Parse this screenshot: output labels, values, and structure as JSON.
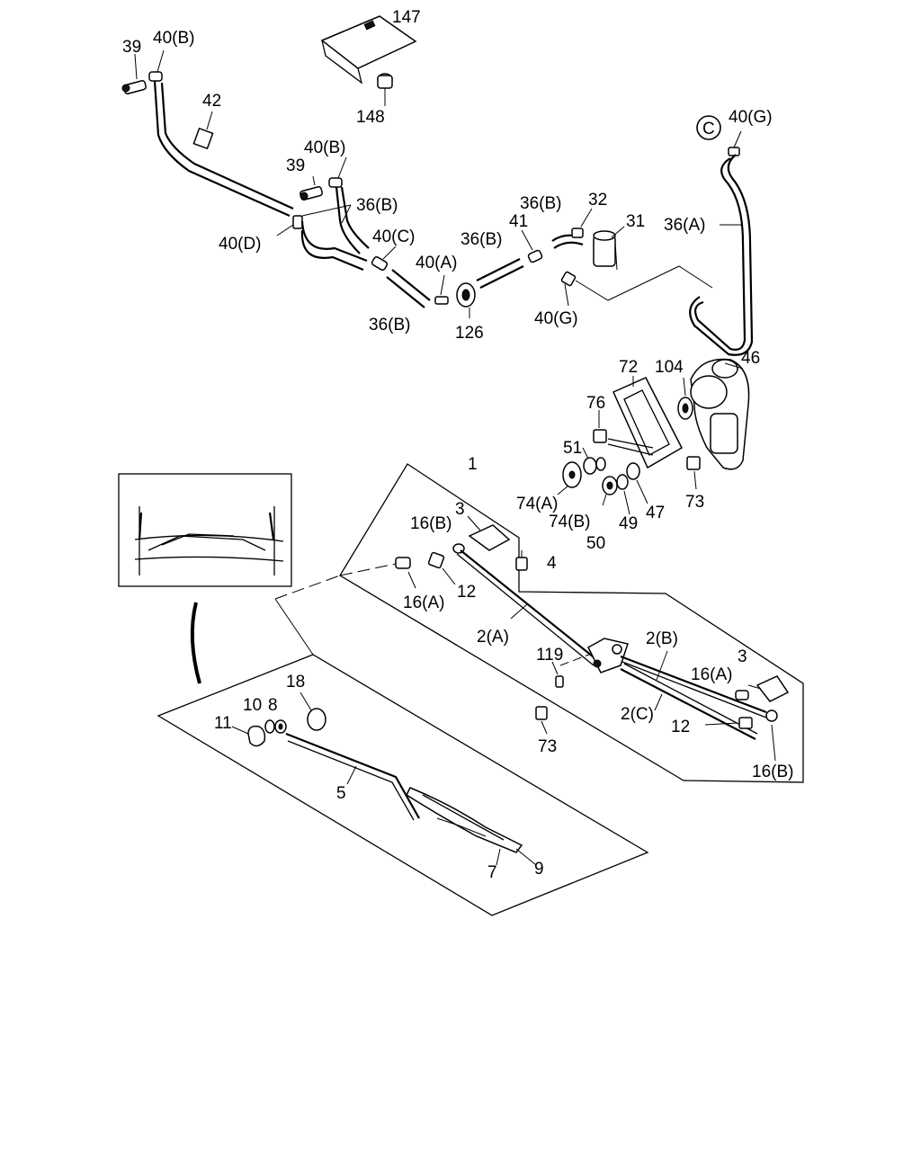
{
  "diagram": {
    "callout_marker": "C",
    "labels": {
      "l147": "147",
      "l148": "148",
      "l39a": "39",
      "l40b_a": "40(B)",
      "l42": "42",
      "l40b_b": "40(B)",
      "l39b": "39",
      "l36b_a": "36(B)",
      "l40d": "40(D)",
      "l40c": "40(C)",
      "l36b_b": "36(B)",
      "l40a": "40(A)",
      "l36b_c": "36(B)",
      "l126": "126",
      "l36b_d": "36(B)",
      "l41": "41",
      "l32": "32",
      "l31": "31",
      "l40g_a": "40(G)",
      "l40g_b": "40(G)",
      "l36a": "36(A)",
      "l72": "72",
      "l104": "104",
      "l46": "46",
      "l76": "76",
      "l51": "51",
      "l74a": "74(A)",
      "l74b": "74(B)",
      "l50": "50",
      "l49": "49",
      "l47": "47",
      "l73a": "73",
      "l1": "1",
      "l3a": "3",
      "l16b_a": "16(B)",
      "l4": "4",
      "l12a": "12",
      "l16a_a": "16(A)",
      "l2a": "2(A)",
      "l119": "119",
      "l2b": "2(B)",
      "l3b": "3",
      "l16a_b": "16(A)",
      "l2c": "2(C)",
      "l12b": "12",
      "l73b": "73",
      "l16b_b": "16(B)",
      "l18": "18",
      "l10": "10",
      "l8": "8",
      "l11": "11",
      "l5": "5",
      "l7": "7",
      "l9": "9"
    }
  }
}
